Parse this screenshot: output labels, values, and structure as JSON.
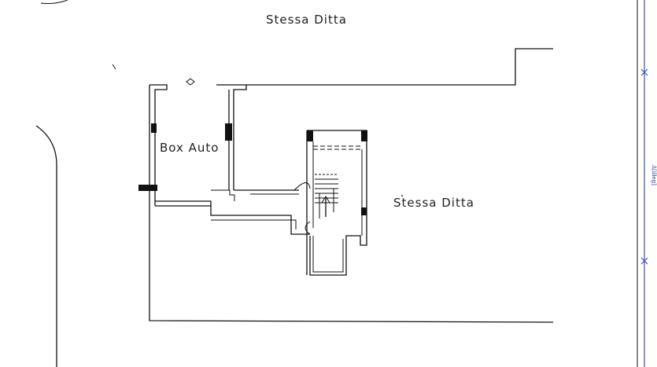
{
  "labels": {
    "top_neighbor": "Stessa Ditta",
    "right_neighbor": "Stessa Ditta",
    "garage": "Box Auto",
    "side_mark": "Δ[illeg]"
  },
  "colors": {
    "line": "#111111",
    "dimension_blue": "#3a4fb5",
    "background": "#ffffff"
  }
}
